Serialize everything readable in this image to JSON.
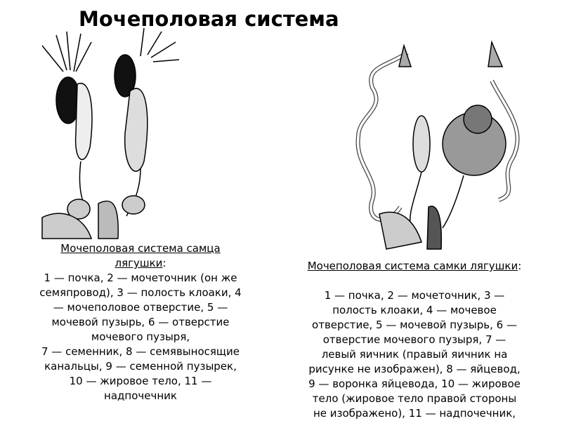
{
  "slide": {
    "title": "Мочеполовая система"
  },
  "male": {
    "caption_title_lines": [
      "Мочеполовая система самца",
      "лягушки"
    ],
    "caption_title_suffix": ":",
    "body_lines": [
      "1 — почка, 2 — мочеточник (он же",
      "семяпровод),  3 — полость клоаки,  4",
      "— мочеполовое отверстие, 5 —",
      "мочевой пузырь,  6 — отверстие",
      "мочевого пузыря,",
      "7 — семенник, 8 — семявыносящие",
      "канальцы,  9 — семенной пузырек,",
      "10 — жировое тело, 11 —",
      "надпочечник"
    ]
  },
  "female": {
    "caption_title": "Мочеполовая система самки лягушки",
    "caption_title_suffix": ":",
    "body_lines": [
      "1 — почка, 2 — мочеточник, 3 —",
      "полость клоаки,  4 — мочевое",
      "отверстие, 5 — мочевой пузырь,  6 —",
      "отверстие мочевого пузыря, 7 —",
      "левый яичник  (правый яичник на",
      "рисунке не изображен),  8 — яйцевод,",
      "9 — воронка яйцевода, 10 — жировое",
      "тело  (жировое тело правой стороны",
      "не  изображено),  11 — надпочечник,"
    ]
  }
}
